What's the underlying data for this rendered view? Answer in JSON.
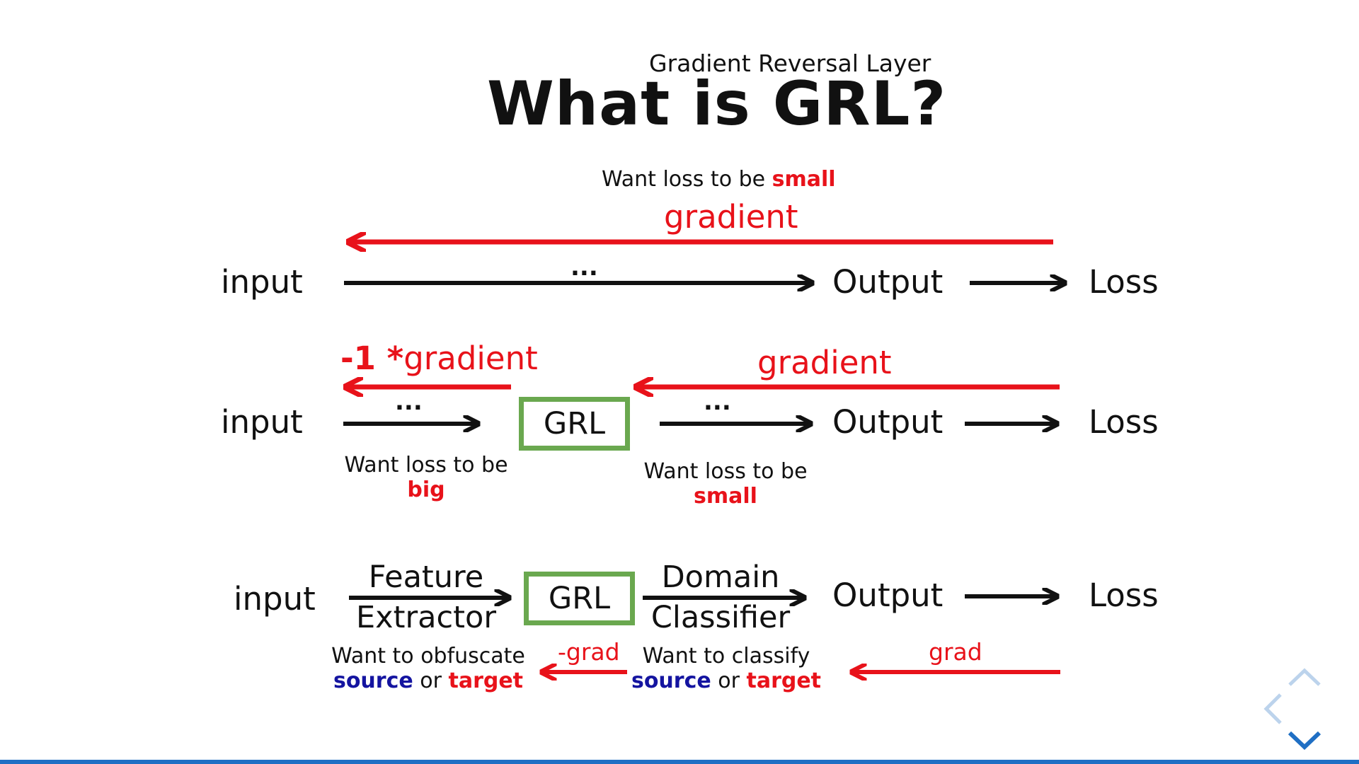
{
  "subtitle": "Gradient Reversal Layer",
  "title": "What is GRL?",
  "row1": {
    "want_prefix": "Want loss to be ",
    "want_highlight": "small",
    "gradient_label": "gradient",
    "input": "input",
    "dots": "...",
    "output": "Output",
    "loss": "Loss"
  },
  "row2": {
    "neg_prefix": "-1 *",
    "neg_gradient": "gradient",
    "gradient_label": "gradient",
    "input": "input",
    "dots_left": "...",
    "dots_right": "...",
    "grl": "GRL",
    "output": "Output",
    "loss": "Loss",
    "left_note": "Want loss to be",
    "left_highlight": "big",
    "right_note": "Want loss to be",
    "right_highlight": "small"
  },
  "row3": {
    "input": "input",
    "feature_line1": "Feature",
    "feature_line2": "Extractor",
    "grl": "GRL",
    "domain_line1": "Domain",
    "domain_line2": "Classifier",
    "output": "Output",
    "loss": "Loss",
    "left_note": "Want to obfuscate",
    "right_note": "Want to classify",
    "source": "source",
    "or": " or ",
    "target": "target",
    "neg_grad": "-grad",
    "grad": "grad"
  },
  "colors": {
    "red": "#e8121a",
    "green": "#6aa84f",
    "blue": "#1414a0",
    "nav_blue": "#1f6fc4"
  },
  "nav": {
    "up_icon": "chevron-up-icon",
    "left_icon": "chevron-left-icon",
    "down_icon": "chevron-down-icon"
  }
}
